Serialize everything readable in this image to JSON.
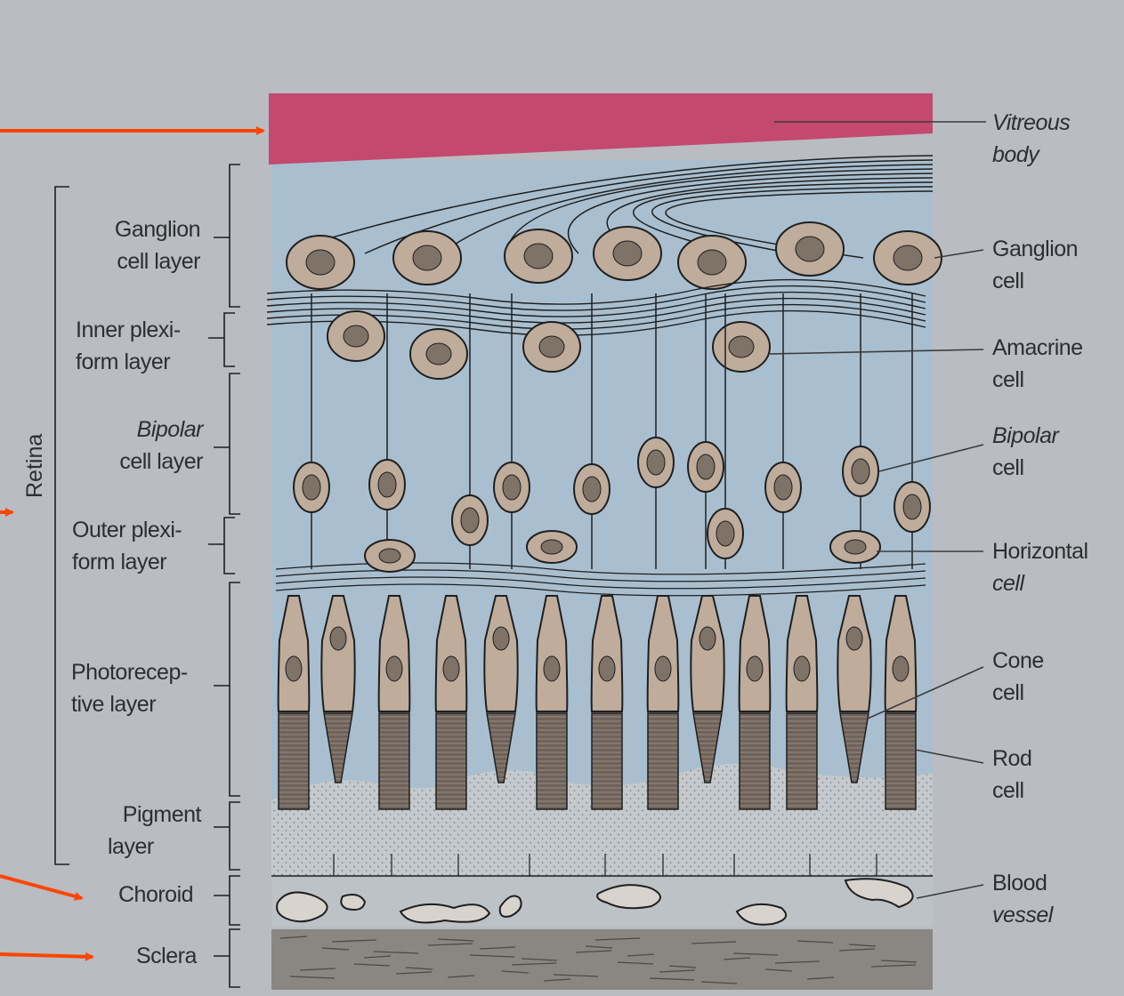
{
  "region_label": "Retina",
  "left_labels": {
    "ganglion_layer": [
      "Ganglion",
      "cell layer"
    ],
    "inner_plexiform": [
      "Inner plexi-",
      "form layer"
    ],
    "bipolar_layer_a": "Bipolar",
    "bipolar_layer_b": "cell layer",
    "outer_plexiform": [
      "Outer plexi-",
      "form layer"
    ],
    "photoreceptive": [
      "Photorecep-",
      "tive layer"
    ],
    "pigment": [
      "Pigment",
      "layer"
    ],
    "choroid": "Choroid",
    "sclera": "Sclera"
  },
  "right_labels": {
    "vitreous": [
      "Vitreous",
      "body"
    ],
    "ganglion_cell": [
      "Ganglion",
      "cell"
    ],
    "amacrine": [
      "Amacrine",
      "cell"
    ],
    "bipolar_cell_a": "Bipolar",
    "bipolar_cell_b": "cell",
    "horizontal_a": "Horizontal",
    "horizontal_b": "cell",
    "cone": [
      "Cone",
      "cell"
    ],
    "rod": [
      "Rod",
      "cell"
    ],
    "blood_vessel": [
      "Blood",
      "vessel"
    ]
  },
  "colors": {
    "background": "#b9bcc0",
    "vitreous": "#c4496f",
    "fluid": "#a9bfcf",
    "cell": "#bfac9b",
    "nucleus": "#7f7266",
    "rod": "#6e625a",
    "pigment": "#c3c9cd",
    "sclera": "#8a8682",
    "arrow": "#ff4500",
    "ink": "#2c2e30"
  }
}
